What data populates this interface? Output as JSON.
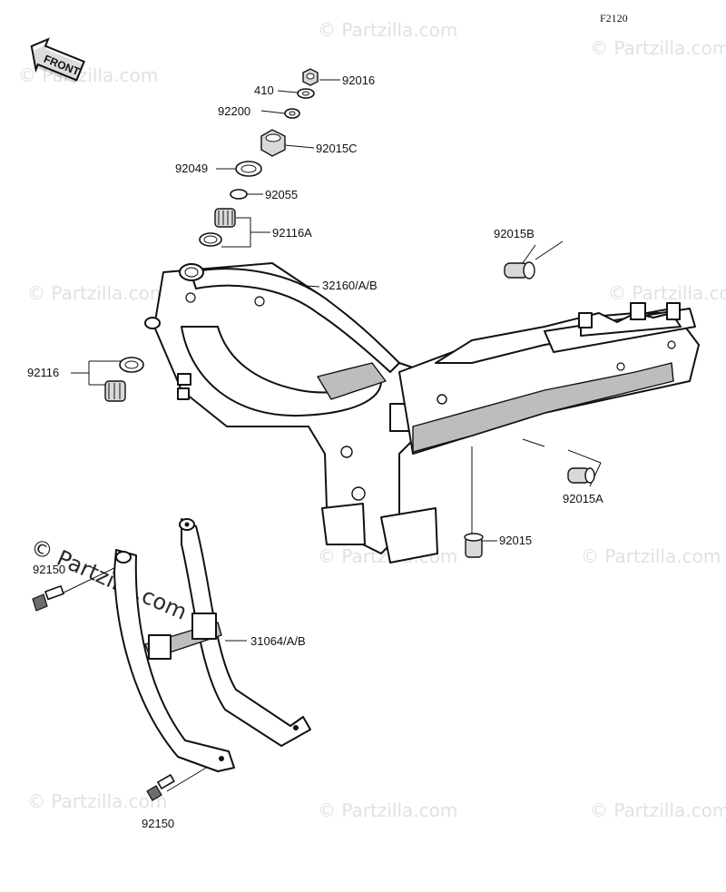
{
  "diagram_code": "F2120",
  "front_label": "FRONT",
  "watermark_text": "© Partzilla.com",
  "colors": {
    "line": "#111111",
    "shade": "#bdbdbd",
    "watermark": "#c9c9c9"
  },
  "parts": {
    "p92016": "92016",
    "p410": "410",
    "p92200": "92200",
    "p92015C": "92015C",
    "p92049": "92049",
    "p92055": "92055",
    "p92116A": "92116A",
    "p92015B": "92015B",
    "p32160": "32160/A/B",
    "p92116": "92116",
    "p92015A": "92015A",
    "p92015": "92015",
    "p92150_top": "92150",
    "p31064": "31064/A/B",
    "p92150_bottom": "92150"
  }
}
